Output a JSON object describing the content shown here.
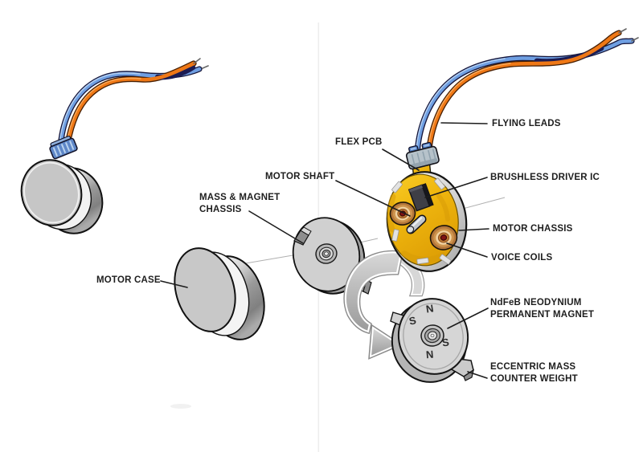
{
  "diagram": {
    "labels": {
      "flex_pcb": "FLEX PCB",
      "motor_shaft": "MOTOR SHAFT",
      "mass_magnet_chassis": [
        "MASS & MAGNET",
        "CHASSIS"
      ],
      "motor_case": "MOTOR CASE",
      "flying_leads": "FLYING LEADS",
      "brushless_driver_ic": "BRUSHLESS DRIVER IC",
      "motor_chassis": "MOTOR CHASSIS",
      "voice_coils": "VOICE COILS",
      "permanent_magnet": [
        "NdFeB NEODYNIUM",
        "PERMANENT MAGNET"
      ],
      "counter_weight": [
        "ECCENTRIC MASS",
        "COUNTER WEIGHT"
      ]
    },
    "magnet_poles": [
      "N",
      "S",
      "S",
      "N"
    ],
    "colors": {
      "wire_orange": "#ef7816",
      "wire_blue": "#6f9fe2",
      "wire_overlap_navy": "#1c1c52",
      "pcb_gold": "#efb60e",
      "coil_copper": "#b5773a",
      "coil_center_red": "#801313",
      "metal_gray": "#c7c7c7",
      "collar_blue": "#5e87c8",
      "label_text": "#1e1e1e"
    }
  }
}
